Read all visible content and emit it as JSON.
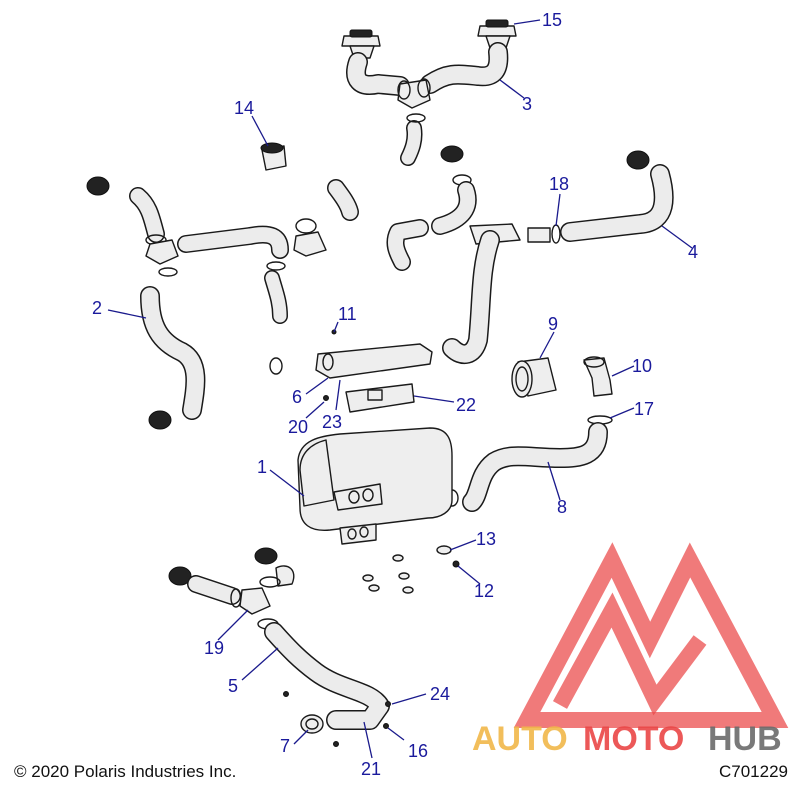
{
  "callouts": [
    {
      "id": "1",
      "label": "1"
    },
    {
      "id": "2",
      "label": "2"
    },
    {
      "id": "3",
      "label": "3"
    },
    {
      "id": "4",
      "label": "4"
    },
    {
      "id": "5",
      "label": "5"
    },
    {
      "id": "6",
      "label": "6"
    },
    {
      "id": "7",
      "label": "7"
    },
    {
      "id": "8",
      "label": "8"
    },
    {
      "id": "9",
      "label": "9"
    },
    {
      "id": "10",
      "label": "10"
    },
    {
      "id": "11",
      "label": "11"
    },
    {
      "id": "12",
      "label": "12"
    },
    {
      "id": "13",
      "label": "13"
    },
    {
      "id": "14",
      "label": "14"
    },
    {
      "id": "15",
      "label": "15"
    },
    {
      "id": "16",
      "label": "16"
    },
    {
      "id": "17",
      "label": "17"
    },
    {
      "id": "18",
      "label": "18"
    },
    {
      "id": "19",
      "label": "19"
    },
    {
      "id": "20",
      "label": "20"
    },
    {
      "id": "21",
      "label": "21"
    },
    {
      "id": "22",
      "label": "22"
    },
    {
      "id": "23",
      "label": "23"
    },
    {
      "id": "24",
      "label": "24"
    }
  ],
  "footer": {
    "copyright": "© 2020 Polaris Industries Inc.",
    "figure_code": "C701229"
  },
  "watermark": {
    "word_auto": "AUTO",
    "word_moto": "MOTO",
    "word_hub": "HUB"
  },
  "colors": {
    "callout": "#1a1a9c",
    "watermark_red": "#ea4646",
    "watermark_yellow": "#f1b84a",
    "watermark_gray": "#6b6b6b"
  }
}
